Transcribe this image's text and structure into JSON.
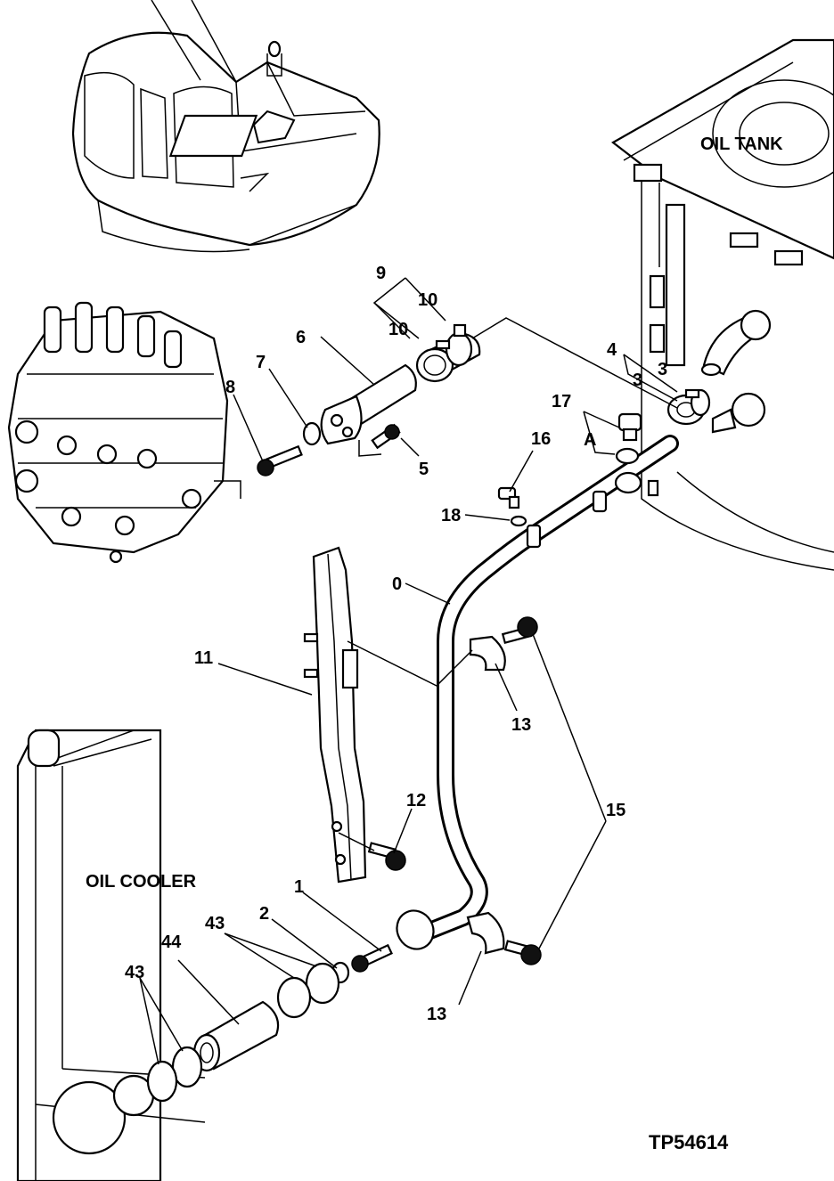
{
  "regions": {
    "oil_tank": "OIL TANK",
    "oil_cooler": "OIL COOLER"
  },
  "reference_code": "TP54614",
  "callouts": {
    "c0": "0",
    "c1": "1",
    "c2": "2",
    "c3a": "3",
    "c3b": "3",
    "c4": "4",
    "c5": "5",
    "c6": "6",
    "c7": "7",
    "c8": "8",
    "c9": "9",
    "c10a": "10",
    "c10b": "10",
    "c11": "11",
    "c12": "12",
    "c13a": "13",
    "c13b": "13",
    "c15": "15",
    "c16": "16",
    "c17": "17",
    "c18": "18",
    "cA": "A",
    "c43a": "43",
    "c43b": "43",
    "c44": "44"
  },
  "colors": {
    "ink": "#000000",
    "paper": "#ffffff"
  }
}
